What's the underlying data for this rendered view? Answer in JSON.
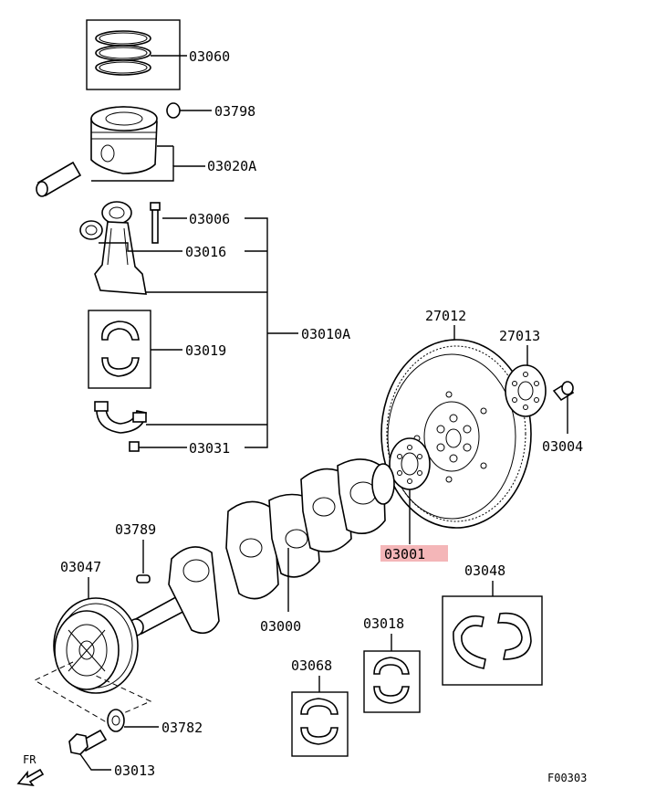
{
  "parts": {
    "p03060": "03060",
    "p03798": "03798",
    "p03020A": "03020A",
    "p03006": "03006",
    "p03016": "03016",
    "p03010A": "03010A",
    "p03019": "03019",
    "p03031": "03031",
    "p27012": "27012",
    "p27013": "27013",
    "p03004": "03004",
    "p03001": "03001",
    "p03789": "03789",
    "p03047": "03047",
    "p03000": "03000",
    "p03018": "03018",
    "p03048": "03048",
    "p03068": "03068",
    "p03782": "03782",
    "p03013": "03013"
  },
  "fr_label": "FR",
  "figure_code": "F00303",
  "highlight_color": "#f4b6b8"
}
